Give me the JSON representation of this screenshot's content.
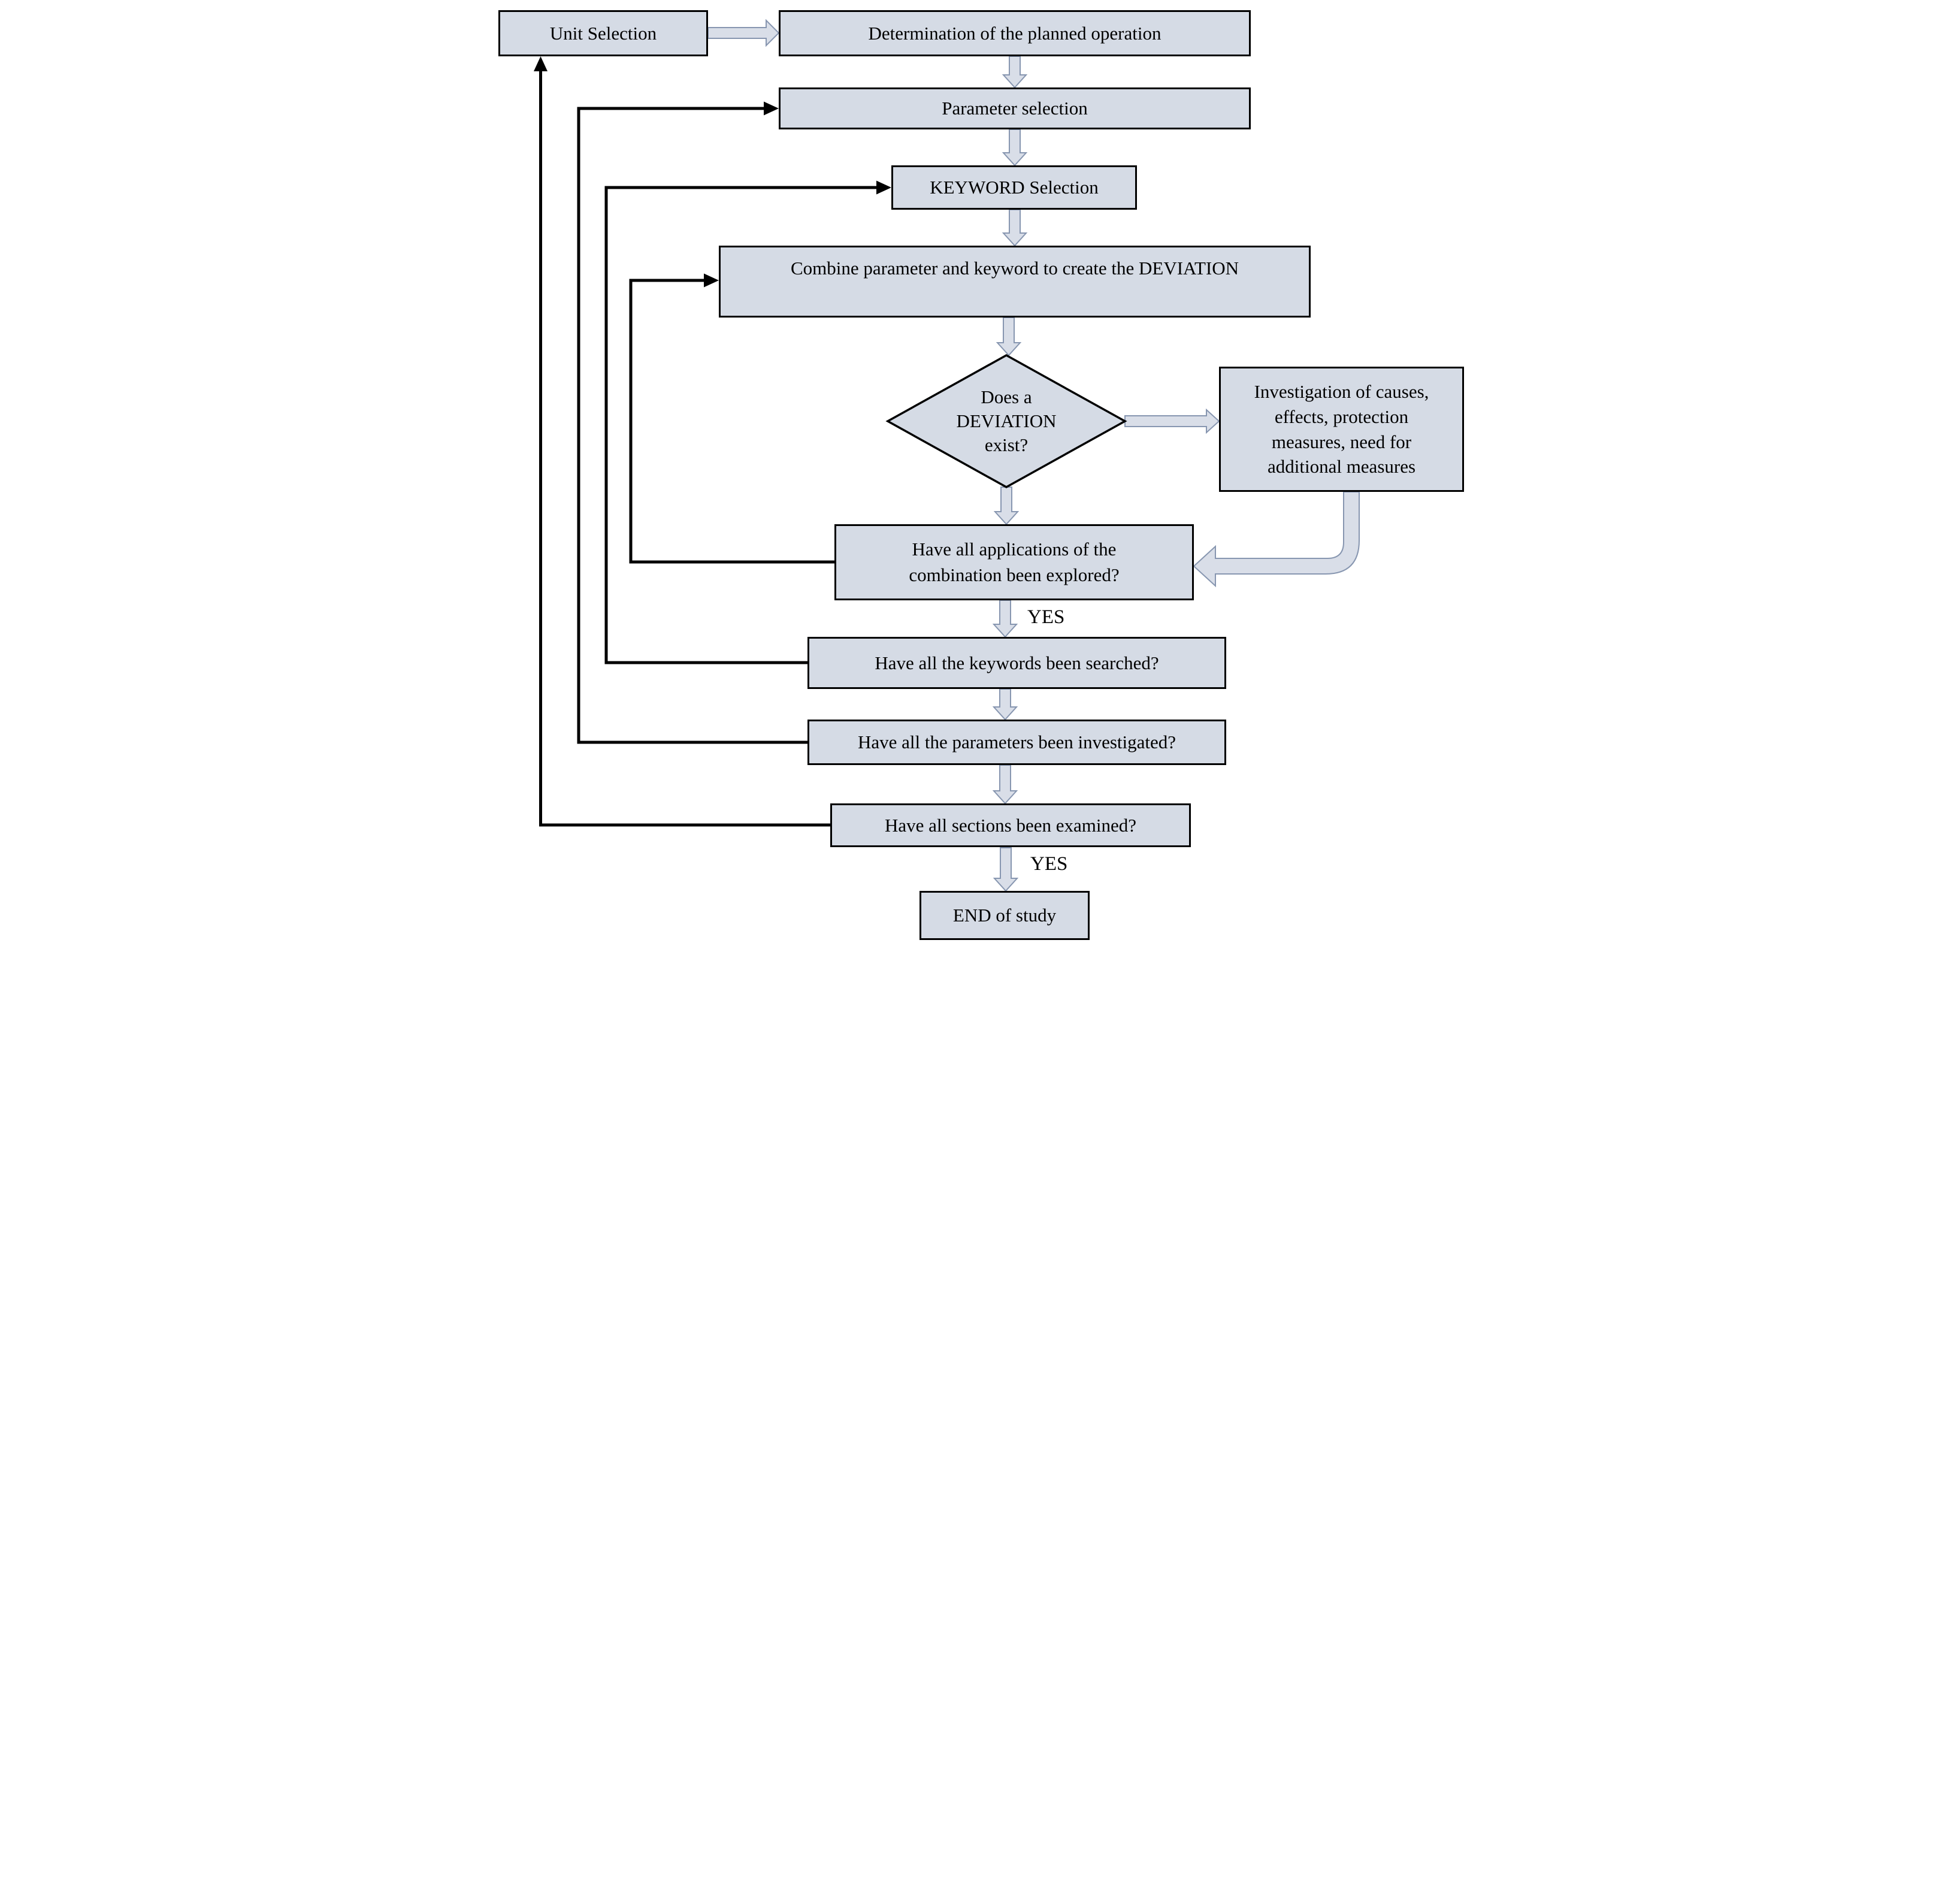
{
  "diagram": {
    "type": "flowchart",
    "colors": {
      "node_fill": "#d5dbe5",
      "node_border": "#000000",
      "arrow_fill": "#d9dee8",
      "arrow_stroke": "#8796b0",
      "line_color": "#000000",
      "text_color": "#000000"
    },
    "nodes": {
      "unit_selection": {
        "label": "Unit Selection"
      },
      "determination": {
        "label": "Determination of the planned operation"
      },
      "parameter_selection": {
        "label": "Parameter selection"
      },
      "keyword_selection": {
        "label": "KEYWORD Selection"
      },
      "combine": {
        "label": "Combine parameter and keyword to create the DEVIATION"
      },
      "deviation_exists": {
        "lines": [
          "Does a",
          "DEVIATION",
          "exist?"
        ]
      },
      "investigation": {
        "lines": [
          "Investigation of causes,",
          "effects, protection",
          "measures, need for",
          "additional measures"
        ]
      },
      "applications_explored": {
        "lines": [
          "Have all applications of the",
          "combination been explored?"
        ]
      },
      "keywords_searched": {
        "label": "Have all the keywords been searched?"
      },
      "parameters_investigated": {
        "label": "Have all the parameters been investigated?"
      },
      "sections_examined": {
        "label": "Have all sections been examined?"
      },
      "end_of_study": {
        "label": "END of study"
      }
    },
    "labels": {
      "yes_after_applications": "YES",
      "yes_after_sections": "YES"
    },
    "edges": [
      {
        "from": "unit_selection",
        "to": "determination",
        "style": "block-arrow",
        "direction": "right"
      },
      {
        "from": "determination",
        "to": "parameter_selection",
        "style": "block-arrow",
        "direction": "down"
      },
      {
        "from": "parameter_selection",
        "to": "keyword_selection",
        "style": "block-arrow",
        "direction": "down"
      },
      {
        "from": "keyword_selection",
        "to": "combine",
        "style": "block-arrow",
        "direction": "down"
      },
      {
        "from": "combine",
        "to": "deviation_exists",
        "style": "block-arrow",
        "direction": "down"
      },
      {
        "from": "deviation_exists",
        "to": "investigation",
        "style": "block-arrow",
        "direction": "right"
      },
      {
        "from": "deviation_exists",
        "to": "applications_explored",
        "style": "block-arrow",
        "direction": "down"
      },
      {
        "from": "investigation",
        "to": "applications_explored",
        "style": "block-arrow-elbow",
        "direction": "down-left"
      },
      {
        "from": "applications_explored",
        "to": "keywords_searched",
        "style": "block-arrow",
        "direction": "down",
        "label": "YES"
      },
      {
        "from": "keywords_searched",
        "to": "parameters_investigated",
        "style": "block-arrow",
        "direction": "down"
      },
      {
        "from": "parameters_investigated",
        "to": "sections_examined",
        "style": "block-arrow",
        "direction": "down"
      },
      {
        "from": "sections_examined",
        "to": "end_of_study",
        "style": "block-arrow",
        "direction": "down",
        "label": "YES"
      },
      {
        "from": "applications_explored",
        "to": "combine",
        "style": "line-arrow",
        "direction": "left-up"
      },
      {
        "from": "keywords_searched",
        "to": "keyword_selection",
        "style": "line-arrow",
        "direction": "left-up"
      },
      {
        "from": "parameters_investigated",
        "to": "parameter_selection",
        "style": "line-arrow",
        "direction": "left-up"
      },
      {
        "from": "sections_examined",
        "to": "unit_selection",
        "style": "line-arrow",
        "direction": "left-up-into-bottom"
      }
    ]
  }
}
